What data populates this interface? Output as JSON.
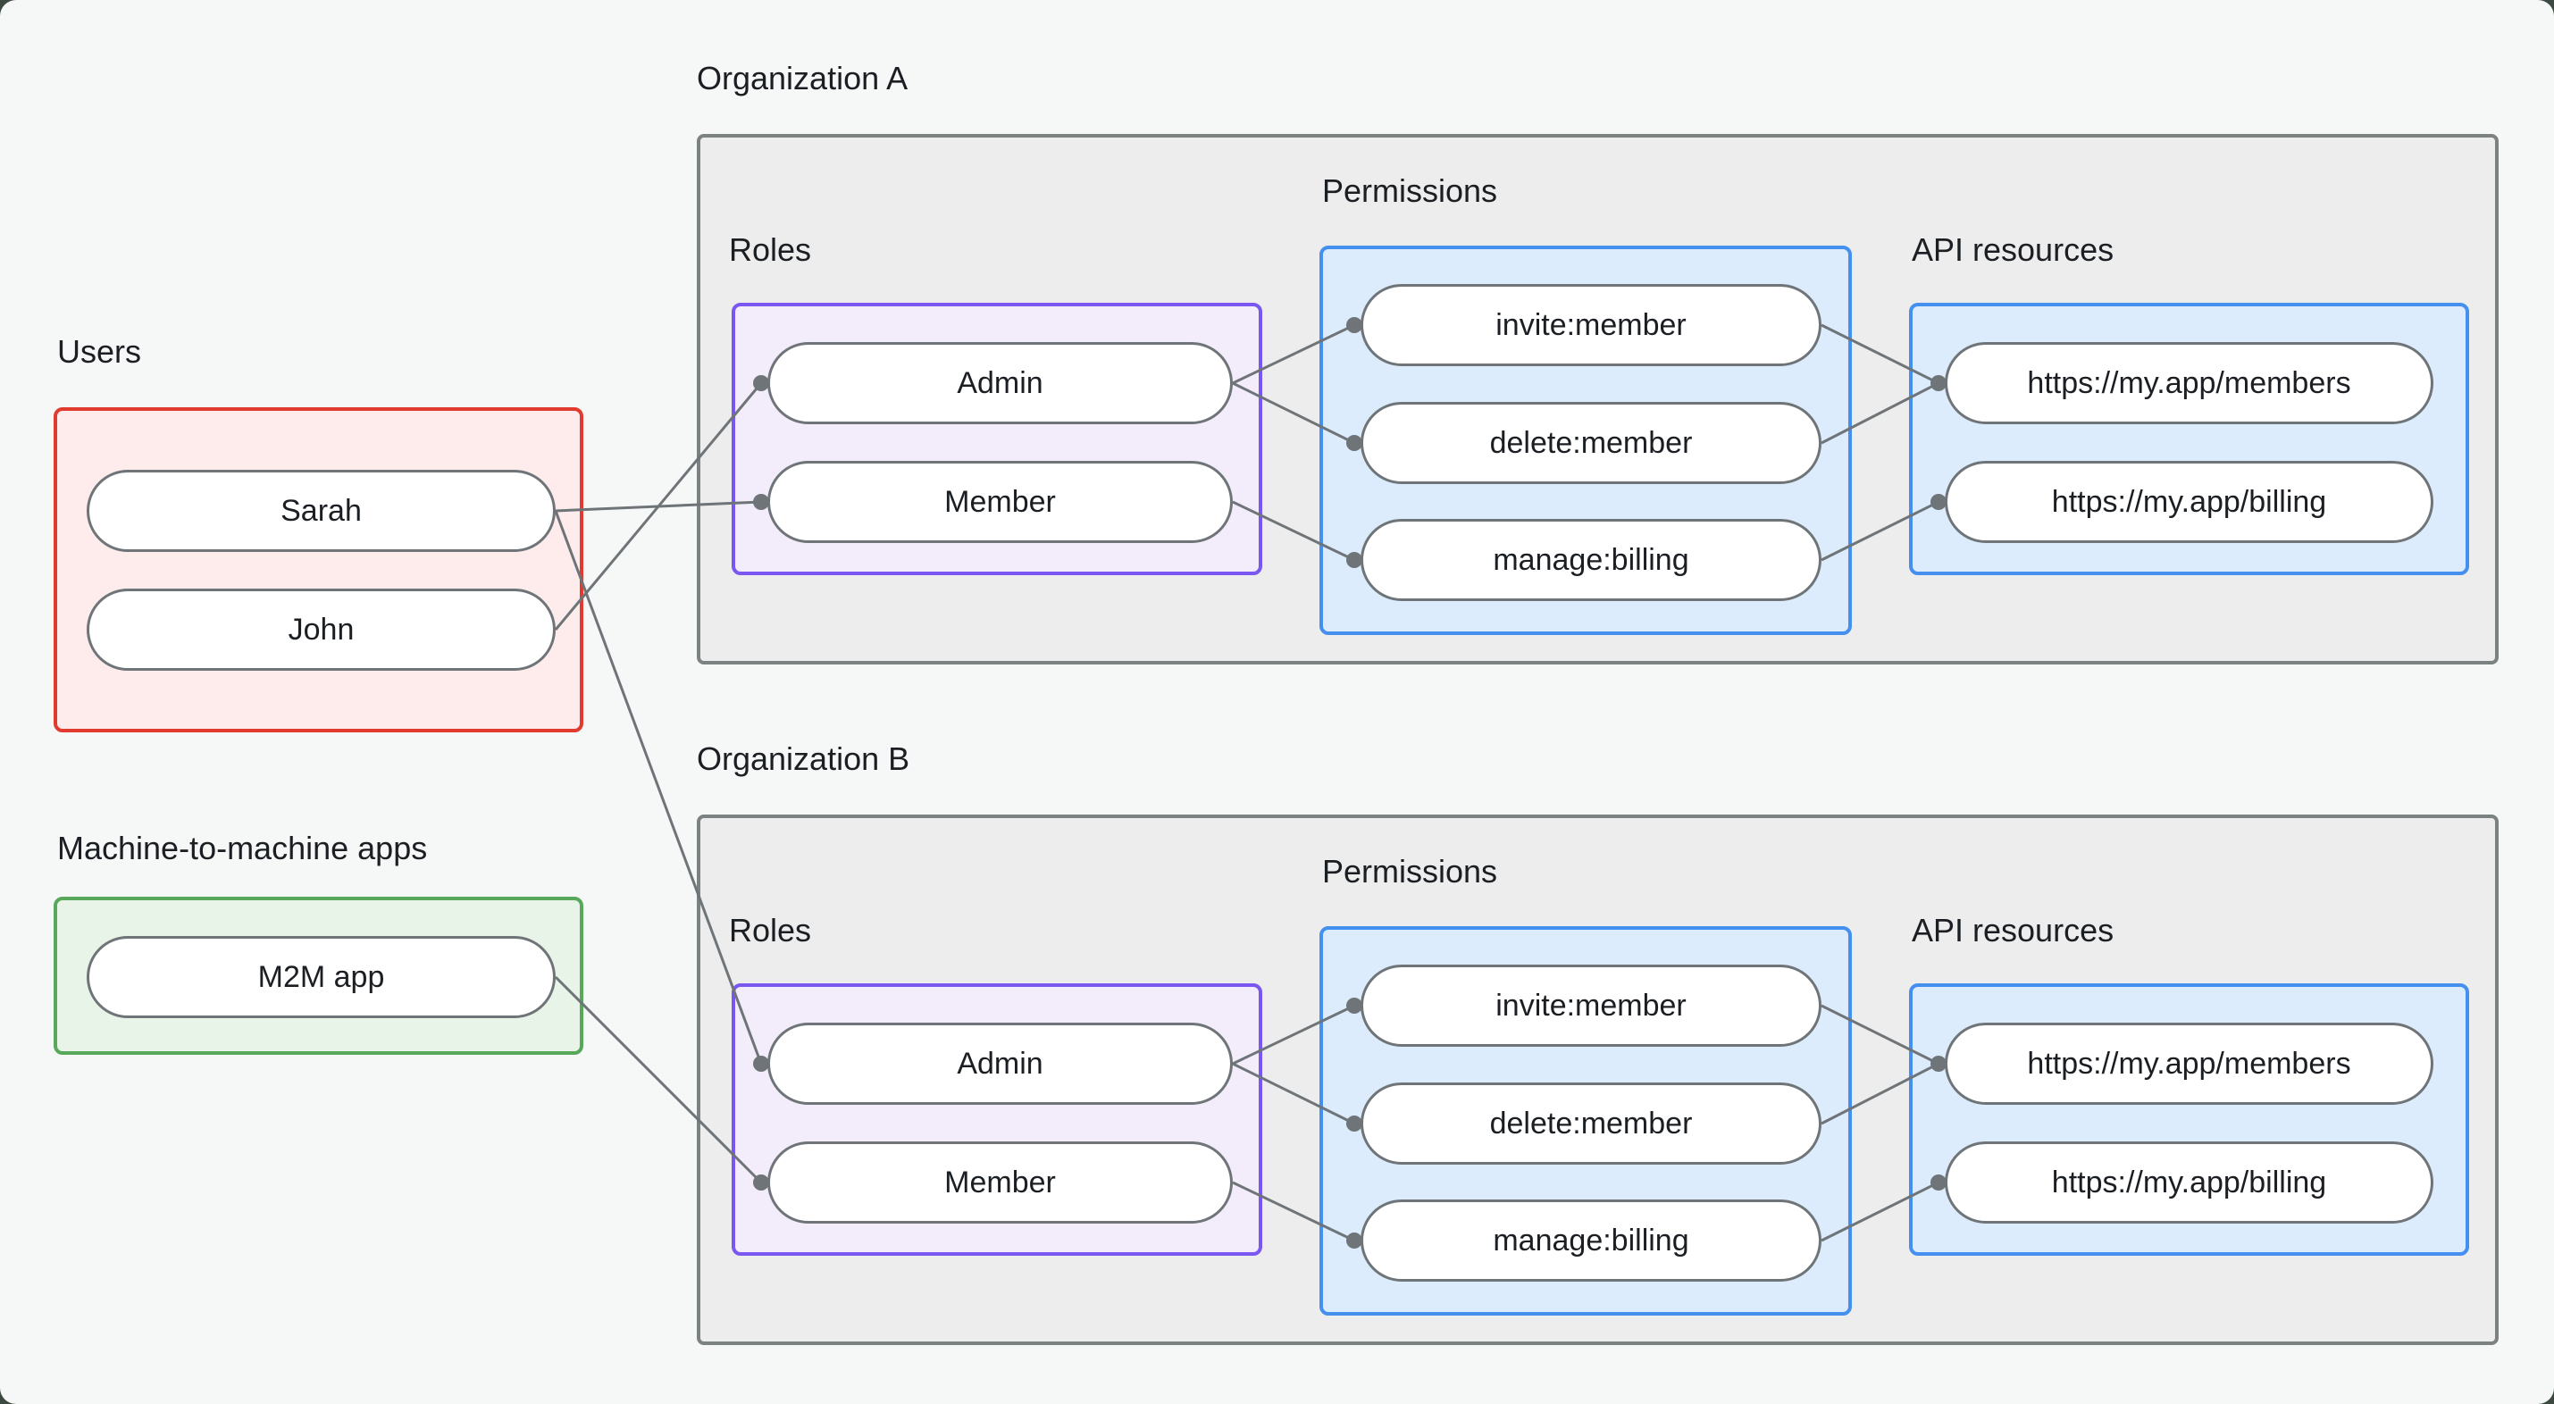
{
  "users": {
    "label": "Users",
    "sarah": "Sarah",
    "john": "John"
  },
  "m2m": {
    "label": "Machine-to-machine apps",
    "app": "M2M app"
  },
  "orgA": {
    "label": "Organization A",
    "roles_label": "Roles",
    "admin": "Admin",
    "member": "Member",
    "permissions_label": "Permissions",
    "invite": "invite:member",
    "delete": "delete:member",
    "manage": "manage:billing",
    "api_label": "API resources",
    "members_api": "https://my.app/members",
    "billing_api": "https://my.app/billing"
  },
  "orgB": {
    "label": "Organization B",
    "roles_label": "Roles",
    "admin": "Admin",
    "member": "Member",
    "permissions_label": "Permissions",
    "invite": "invite:member",
    "delete": "delete:member",
    "manage": "manage:billing",
    "api_label": "API resources",
    "members_api": "https://my.app/members",
    "billing_api": "https://my.app/billing"
  },
  "connections": [
    [
      "sarah",
      "orgA-member"
    ],
    [
      "john",
      "orgA-admin"
    ],
    [
      "sarah",
      "orgB-admin"
    ],
    [
      "m2m-app",
      "orgB-member"
    ],
    [
      "orgA-admin",
      "orgA-invite"
    ],
    [
      "orgA-admin",
      "orgA-delete"
    ],
    [
      "orgA-member",
      "orgA-manage"
    ],
    [
      "orgA-invite",
      "orgA-members-api"
    ],
    [
      "orgA-delete",
      "orgA-members-api"
    ],
    [
      "orgA-manage",
      "orgA-billing-api"
    ],
    [
      "orgB-admin",
      "orgB-invite"
    ],
    [
      "orgB-admin",
      "orgB-delete"
    ],
    [
      "orgB-member",
      "orgB-manage"
    ],
    [
      "orgB-invite",
      "orgB-members-api"
    ],
    [
      "orgB-delete",
      "orgB-members-api"
    ],
    [
      "orgB-manage",
      "orgB-billing-api"
    ]
  ],
  "colors": {
    "background": "#f6f7f7",
    "backdrop": "#3d4a41",
    "org_fill": "#ededed",
    "org_border": "#7c8181",
    "users_fill": "#fdeceb",
    "users_border": "#e13b30",
    "m2m_fill": "#e9f4e9",
    "m2m_border": "#57a85b",
    "roles_fill": "#f2ecfb",
    "roles_border": "#7a57f0",
    "perm_fill": "#dcecfc",
    "perm_border": "#4590ee",
    "pill_fill": "#ffffff",
    "pill_border": "#6e7477",
    "line": "#6e7477",
    "text": "#1b1f23"
  }
}
